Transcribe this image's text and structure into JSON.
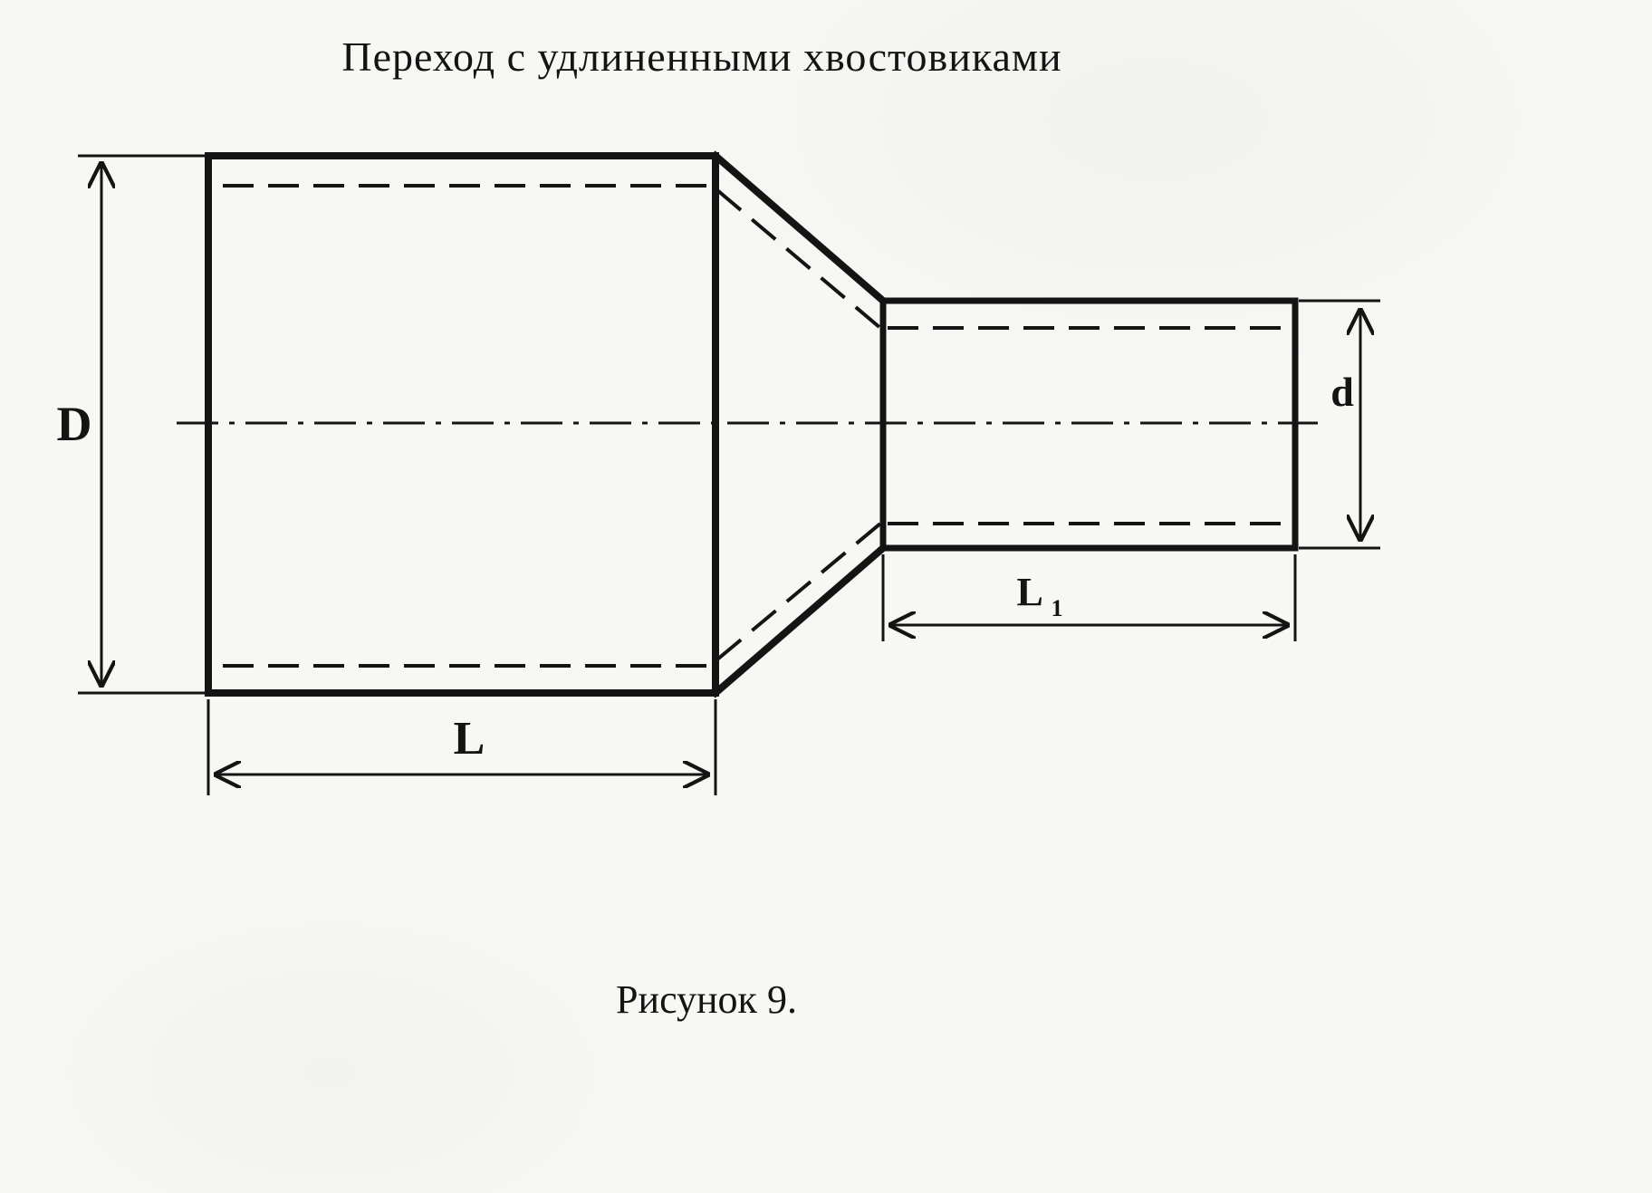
{
  "title": "Переход с удлиненными хвостовиками",
  "caption": "Рисунок 9.",
  "dimensions": {
    "big_diameter": "D",
    "small_diameter": "d",
    "big_length": "L",
    "small_length_base": "L",
    "small_length_sub": "1"
  }
}
